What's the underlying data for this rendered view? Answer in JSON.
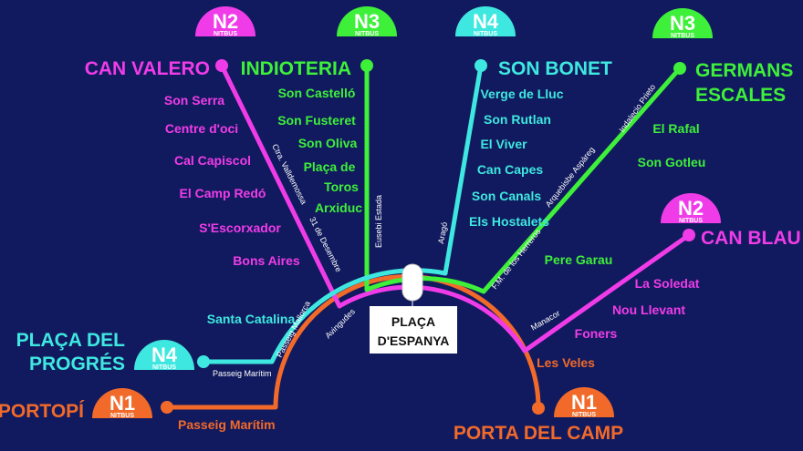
{
  "colors": {
    "background": "#111a5e",
    "n1": "#f26a2a",
    "n2": "#f03ce8",
    "n3": "#3ef03a",
    "n4": "#3ee8e0"
  },
  "hub": {
    "line1": "PLAÇA",
    "line2": "D'ESPANYA"
  },
  "badge_sub": "NITBUS",
  "badges": {
    "n2_left": "N2",
    "n3_left": "N3",
    "n4_top": "N4",
    "n3_right": "N3",
    "n2_right": "N2",
    "n4_left": "N4",
    "n1_left": "N1",
    "n1_right": "N1"
  },
  "terminals": {
    "can_valero": "CAN VALERO",
    "indioteria": "INDIOTERIA",
    "son_bonet": "SON BONET",
    "germans": "GERMANS",
    "escales": "ESCALES",
    "can_blau": "CAN BLAU",
    "placa_del": "PLAÇA DEL",
    "progres": "PROGRÉS",
    "portopi": "PORTOPÍ",
    "porta_del_camp": "PORTA DEL CAMP"
  },
  "stops": {
    "n2_north": [
      "Son Serra",
      "Centre d'oci",
      "Cal Capiscol",
      "El Camp Redó",
      "S'Escorxador",
      "Bons Aires"
    ],
    "n3_north": [
      "Son Castelló",
      "Son Fusteret",
      "Son Oliva",
      "Plaça de",
      "Toros",
      "Arxiduc"
    ],
    "n4_north": [
      "Verge de Lluc",
      "Son Rutlan",
      "El Viver",
      "Can Capes",
      "Son Canals",
      "Els Hostalets"
    ],
    "n3_east": [
      "El Rafal",
      "Son Gotleu",
      "Pere Garau"
    ],
    "n2_east": [
      "La Soledat",
      "Nou Llevant",
      "Foners"
    ],
    "n1_east": [
      "Les Veles"
    ],
    "n4_west": [
      "Santa Catalina"
    ]
  },
  "streets": {
    "valldemossa": "Ctra. Valldemossa",
    "desembre": "31 de Desembre",
    "eusebi": "Eusebi Estada",
    "arago": "Aragó",
    "herreros": "F.M. de los Herreros",
    "aspareg": "Arquebisbe Aspàreg",
    "prieto": "Indalecio Prieto",
    "manacor": "Manacor",
    "mallorca": "Passeig Mallorca",
    "avingudes": "Avingudes",
    "maritim_n4": "Passeig Marítim",
    "maritim_n1": "Passeig Marítim"
  }
}
